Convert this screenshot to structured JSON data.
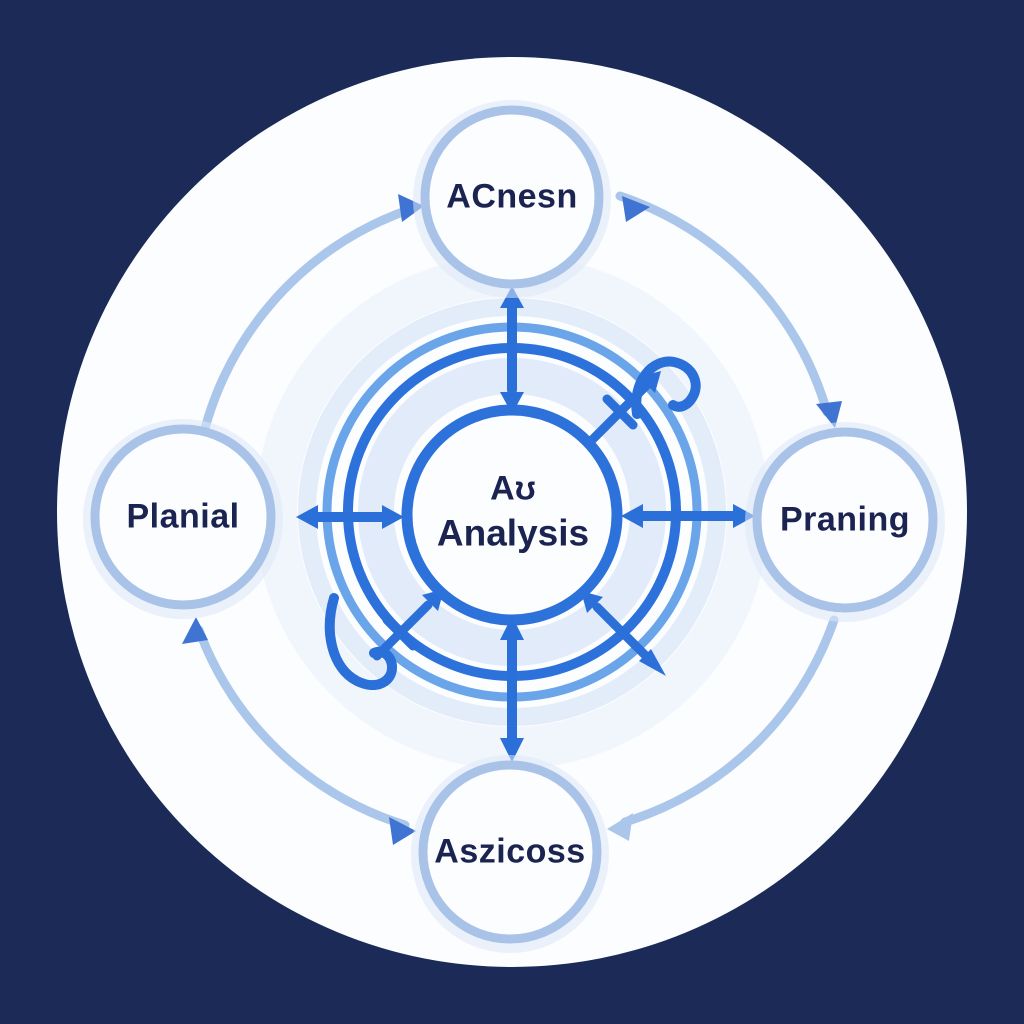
{
  "diagram": {
    "title": "circular process diagram",
    "center": {
      "line1": "Aʊ",
      "line2": "Analysis"
    },
    "nodes": {
      "top": {
        "label": "ACnesn"
      },
      "right": {
        "label": "Praning"
      },
      "bottom": {
        "label": "Aszicoss"
      },
      "left": {
        "label": "Planial"
      }
    },
    "icons": {
      "hook_top_right": "curl-hook-icon",
      "hook_bottom_left": "curl-hook-icon",
      "dart_bottom_right": "dart-arrow-icon"
    },
    "colors": {
      "background": "#1b2a57",
      "canvas": "#fcfdff",
      "halo": "#dce8f8",
      "ring_light": "#6aa5e9",
      "hub_ring": "#2d72da",
      "arrow_strong": "#2b6fd9",
      "arrowhead_dark": "#3f74d2",
      "arc_light": "#aac6ea",
      "node_border": "#a9c3e8",
      "text": "#1b2450"
    }
  }
}
